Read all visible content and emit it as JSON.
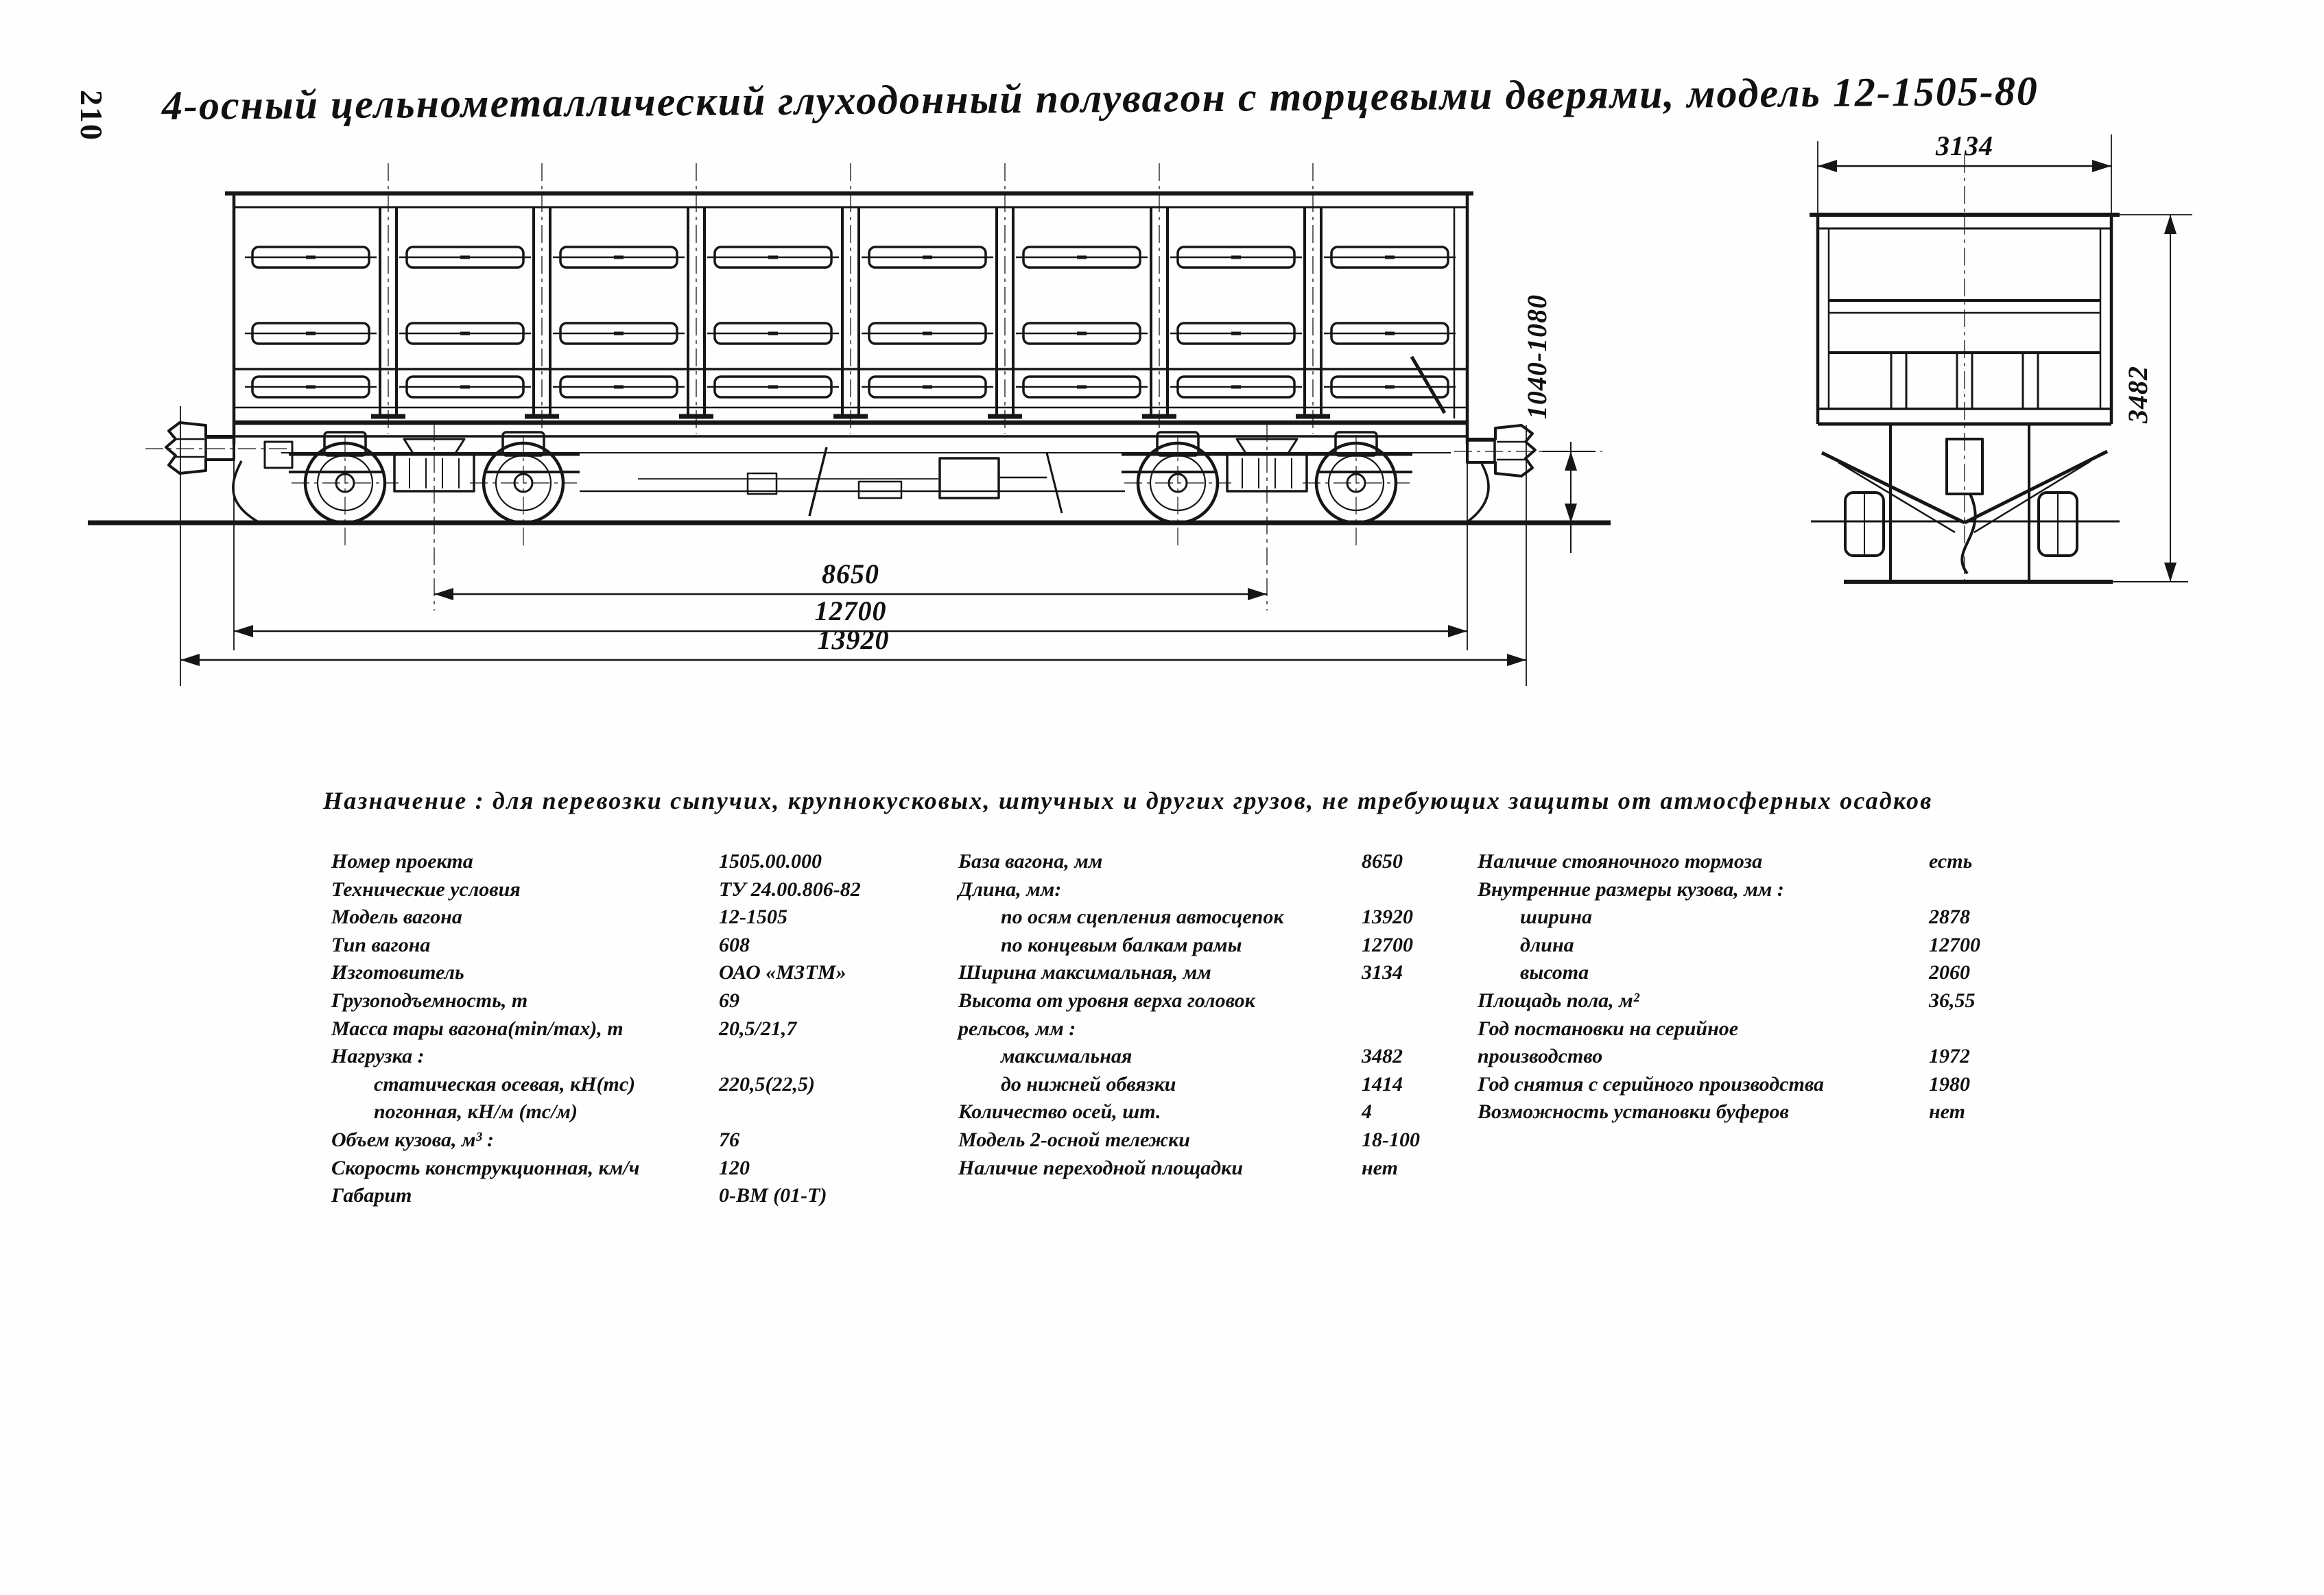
{
  "page": {
    "number": "210",
    "title": "4-осный цельнометаллический глуходонный полувагон с торцевыми дверями, модель 12-1505-80",
    "purpose": "Назначение : для перевозки сыпучих, крупнокусковых, штучных и других грузов, не требующих защиты от атмосферных осадков"
  },
  "drawing": {
    "dims": {
      "wheelbase": "8650",
      "length_over_end_beams": "12700",
      "length_over_coupler_axes": "13920",
      "coupler_axis_height_range": "1040-1080",
      "end_view_width": "3134",
      "end_view_height_above_rail": "3482"
    }
  },
  "specs": {
    "col1": [
      {
        "l": "Номер проекта",
        "v": "1505.00.000"
      },
      {
        "l": "Технические условия",
        "v": "ТУ 24.00.806-82"
      },
      {
        "l": "Модель вагона",
        "v": "12-1505"
      },
      {
        "l": "Тип вагона",
        "v": "608"
      },
      {
        "l": "Изготовитель",
        "v": "ОАО «МЗТМ»"
      },
      {
        "l": "Грузоподъемность, т",
        "v": "69"
      },
      {
        "l": "Масса тары вагона(min/max), т",
        "v": "20,5/21,7"
      },
      {
        "l": "Нагрузка :",
        "v": ""
      },
      {
        "l": "статическая осевая, кН(тс)",
        "v": "220,5(22,5)"
      },
      {
        "l": "погонная, кН/м (тс/м)",
        "v": ""
      },
      {
        "l": "Объем кузова, м³ :",
        "v": "76"
      },
      {
        "l": "Скорость конструкционная, км/ч",
        "v": "120"
      },
      {
        "l": "Габарит",
        "v": "0-ВМ (01-Т)"
      }
    ],
    "col2": [
      {
        "l": "База вагона, мм",
        "v": "8650"
      },
      {
        "l": "Длина, мм:",
        "v": ""
      },
      {
        "l": "по осям сцепления автосцепок",
        "v": "13920"
      },
      {
        "l": "по концевым балкам рамы",
        "v": "12700"
      },
      {
        "l": "Ширина максимальная, мм",
        "v": "3134"
      },
      {
        "l": "Высота от уровня верха головок",
        "v": ""
      },
      {
        "l": "рельсов, мм :",
        "v": ""
      },
      {
        "l": "максимальная",
        "v": "3482"
      },
      {
        "l": "до нижней обвязки",
        "v": "1414"
      },
      {
        "l": "Количество осей, шт.",
        "v": "4"
      },
      {
        "l": "Модель 2-осной тележки",
        "v": "18-100"
      },
      {
        "l": "Наличие переходной площадки",
        "v": "нет"
      }
    ],
    "col3": [
      {
        "l": "Наличие стояночного тормоза",
        "v": "есть"
      },
      {
        "l": "Внутренние размеры кузова, мм :",
        "v": ""
      },
      {
        "l": "ширина",
        "v": "2878"
      },
      {
        "l": "длина",
        "v": "12700"
      },
      {
        "l": "высота",
        "v": "2060"
      },
      {
        "l": "Площадь пола, м²",
        "v": "36,55"
      },
      {
        "l": "Год постановки на серийное",
        "v": ""
      },
      {
        "l": "производство",
        "v": "1972"
      },
      {
        "l": "Год снятия с серийного производства",
        "v": "1980"
      },
      {
        "l": "Возможность установки буферов",
        "v": "нет"
      }
    ]
  }
}
